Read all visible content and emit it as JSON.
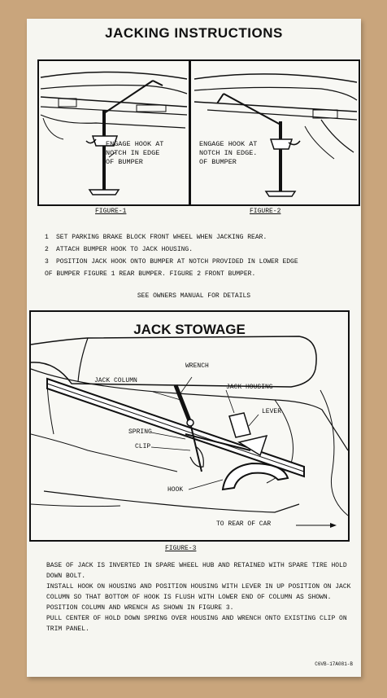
{
  "title": "JACKING INSTRUCTIONS",
  "figure1": {
    "note": "ENGAGE HOOK AT\nNOTCH IN EDGE\nOF BUMPER",
    "label": "FIGURE-1"
  },
  "figure2": {
    "note": "ENGAGE HOOK AT\nNOTCH IN EDGE.\nOF BUMPER",
    "label": "FIGURE-2"
  },
  "steps": [
    {
      "num": "1",
      "lines": [
        "SET PARKING BRAKE BLOCK FRONT WHEEL WHEN JACKING REAR."
      ]
    },
    {
      "num": "2",
      "lines": [
        "ATTACH BUMPER HOOK TO JACK HOUSING."
      ]
    },
    {
      "num": "3",
      "lines": [
        "POSITION JACK HOOK ONTO BUMPER AT NOTCH PROVIDED IN LOWER EDGE",
        "OF BUMPER FIGURE 1 REAR BUMPER. FIGURE 2 FRONT BUMPER."
      ]
    }
  ],
  "see_manual": "SEE OWNERS MANUAL FOR DETAILS",
  "stowage": {
    "title": "JACK STOWAGE",
    "callouts": {
      "wrench": "WRENCH",
      "jack_column": "JACK COLUMN",
      "jack_housing": "JACK HOUSING",
      "lever": "LEVER",
      "spring": "SPRING",
      "clip": "CLIP",
      "hook": "HOOK",
      "to_rear": "TO REAR OF CAR"
    },
    "label": "FIGURE-3"
  },
  "notes": [
    "BASE OF JACK IS INVERTED IN SPARE WHEEL HUB AND RETAINED WITH SPARE TIRE HOLD DOWN BOLT.",
    "INSTALL HOOK ON HOUSING AND POSITION HOUSING WITH LEVER IN UP POSITION ON JACK COLUMN SO THAT BOTTOM OF HOOK IS FLUSH WITH LOWER END OF COLUMN AS SHOWN.",
    "POSITION COLUMN AND WRENCH AS SHOWN IN FIGURE 3.",
    "PULL CENTER OF HOLD DOWN SPRING OVER HOUSING AND WRENCH ONTO EXISTING CLIP ON TRIM PANEL."
  ],
  "part_number": "C6VB-17A081-B"
}
